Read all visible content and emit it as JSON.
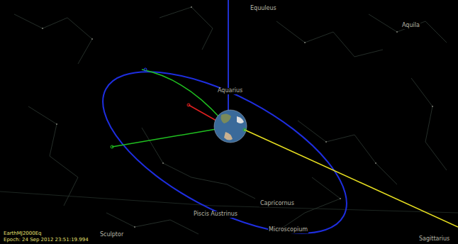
{
  "diagram": {
    "labels": [
      "Equuleus",
      "Aquila",
      "Aquarius",
      "Capricornus",
      "Piscis Austrinus",
      "Microscopium",
      "Sculptor",
      "Sagittarius",
      "EarthMJ2000Eq",
      "Epoch: 24 Sep 2012 23:51:19.994"
    ]
  }
}
